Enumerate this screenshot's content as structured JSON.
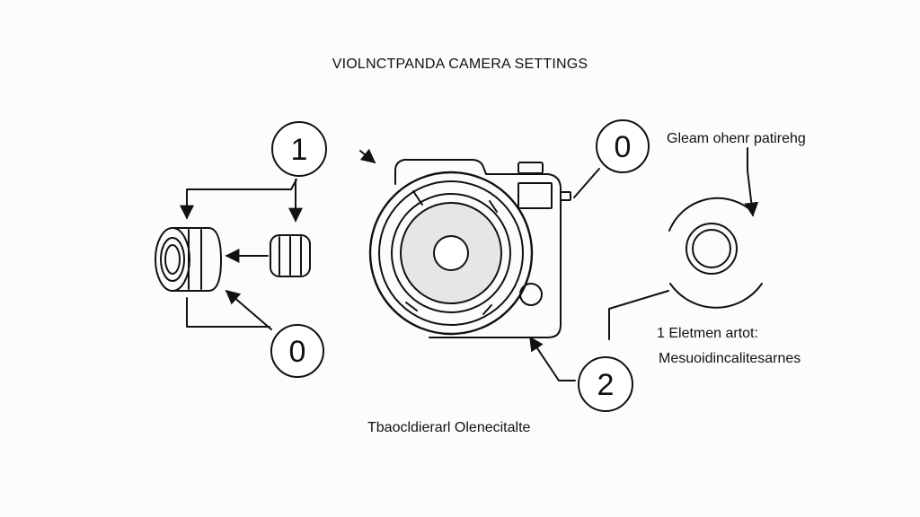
{
  "title": "VIOLNCTPANDA CAMERA SETTINGS",
  "labels": {
    "right_top": "Gleam ohenr patirehg",
    "right_mid_1": "1 Eletmen artot:",
    "right_mid_2": "Mesuoidincalitesarnes",
    "bottom": "Tbaocldierarl Olenecitalte"
  },
  "callouts": [
    {
      "id": "top-left",
      "value": "1"
    },
    {
      "id": "bottom-left",
      "value": "0"
    },
    {
      "id": "top-right",
      "value": "0"
    },
    {
      "id": "bottom-right",
      "value": "2"
    }
  ],
  "colors": {
    "line": "#111111",
    "lens_fill": "#e6e6e6",
    "background": "#fbfcfd"
  }
}
